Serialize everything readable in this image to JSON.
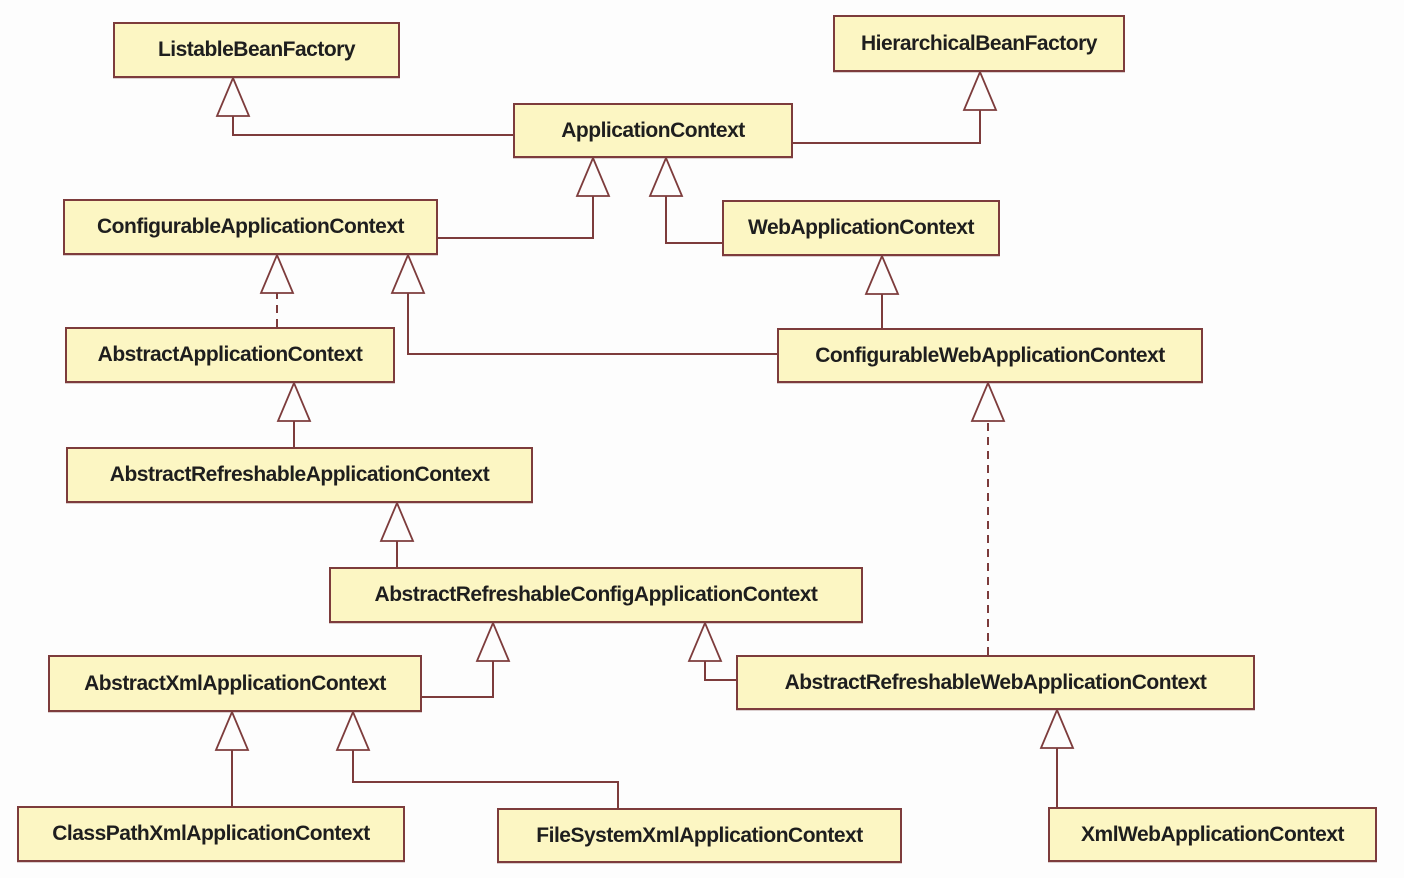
{
  "diagram": {
    "title": "Spring ApplicationContext class hierarchy (UML)",
    "colors": {
      "background": "#fdfdfd",
      "node_fill": "#fcf6c3",
      "node_border": "#7d3c3c",
      "line": "#7d3c3c",
      "text": "#1e1e1e"
    },
    "nodes": [
      {
        "id": "listable-bean-factory",
        "label": "ListableBeanFactory"
      },
      {
        "id": "hierarchical-bean-factory",
        "label": "HierarchicalBeanFactory"
      },
      {
        "id": "application-context",
        "label": "ApplicationContext"
      },
      {
        "id": "configurable-application-context",
        "label": "ConfigurableApplicationContext"
      },
      {
        "id": "web-application-context",
        "label": "WebApplicationContext"
      },
      {
        "id": "abstract-application-context",
        "label": "AbstractApplicationContext"
      },
      {
        "id": "configurable-web-application-context",
        "label": "ConfigurableWebApplicationContext"
      },
      {
        "id": "abstract-refreshable-application-context",
        "label": "AbstractRefreshableApplicationContext"
      },
      {
        "id": "abstract-refreshable-config-application-context",
        "label": "AbstractRefreshableConfigApplicationContext"
      },
      {
        "id": "abstract-xml-application-context",
        "label": "AbstractXmlApplicationContext"
      },
      {
        "id": "abstract-refreshable-web-application-context",
        "label": "AbstractRefreshableWebApplicationContext"
      },
      {
        "id": "class-path-xml-application-context",
        "label": "ClassPathXmlApplicationContext"
      },
      {
        "id": "file-system-xml-application-context",
        "label": "FileSystemXmlApplicationContext"
      },
      {
        "id": "xml-web-application-context",
        "label": "XmlWebApplicationContext"
      }
    ],
    "edges": [
      {
        "from": "application-context",
        "to": "listable-bean-factory",
        "style": "solid",
        "kind": "generalization"
      },
      {
        "from": "application-context",
        "to": "hierarchical-bean-factory",
        "style": "solid",
        "kind": "generalization"
      },
      {
        "from": "configurable-application-context",
        "to": "application-context",
        "style": "solid",
        "kind": "generalization"
      },
      {
        "from": "web-application-context",
        "to": "application-context",
        "style": "solid",
        "kind": "generalization"
      },
      {
        "from": "abstract-application-context",
        "to": "configurable-application-context",
        "style": "dashed",
        "kind": "realization"
      },
      {
        "from": "configurable-web-application-context",
        "to": "configurable-application-context",
        "style": "solid",
        "kind": "generalization"
      },
      {
        "from": "configurable-web-application-context",
        "to": "web-application-context",
        "style": "solid",
        "kind": "generalization"
      },
      {
        "from": "abstract-refreshable-application-context",
        "to": "abstract-application-context",
        "style": "solid",
        "kind": "generalization"
      },
      {
        "from": "abstract-refreshable-config-application-context",
        "to": "abstract-refreshable-application-context",
        "style": "solid",
        "kind": "generalization"
      },
      {
        "from": "abstract-xml-application-context",
        "to": "abstract-refreshable-config-application-context",
        "style": "solid",
        "kind": "generalization"
      },
      {
        "from": "abstract-refreshable-web-application-context",
        "to": "abstract-refreshable-config-application-context",
        "style": "solid",
        "kind": "generalization"
      },
      {
        "from": "abstract-refreshable-web-application-context",
        "to": "configurable-web-application-context",
        "style": "dashed",
        "kind": "realization"
      },
      {
        "from": "class-path-xml-application-context",
        "to": "abstract-xml-application-context",
        "style": "solid",
        "kind": "generalization"
      },
      {
        "from": "file-system-xml-application-context",
        "to": "abstract-xml-application-context",
        "style": "solid",
        "kind": "generalization"
      },
      {
        "from": "xml-web-application-context",
        "to": "abstract-refreshable-web-application-context",
        "style": "solid",
        "kind": "generalization"
      }
    ]
  }
}
